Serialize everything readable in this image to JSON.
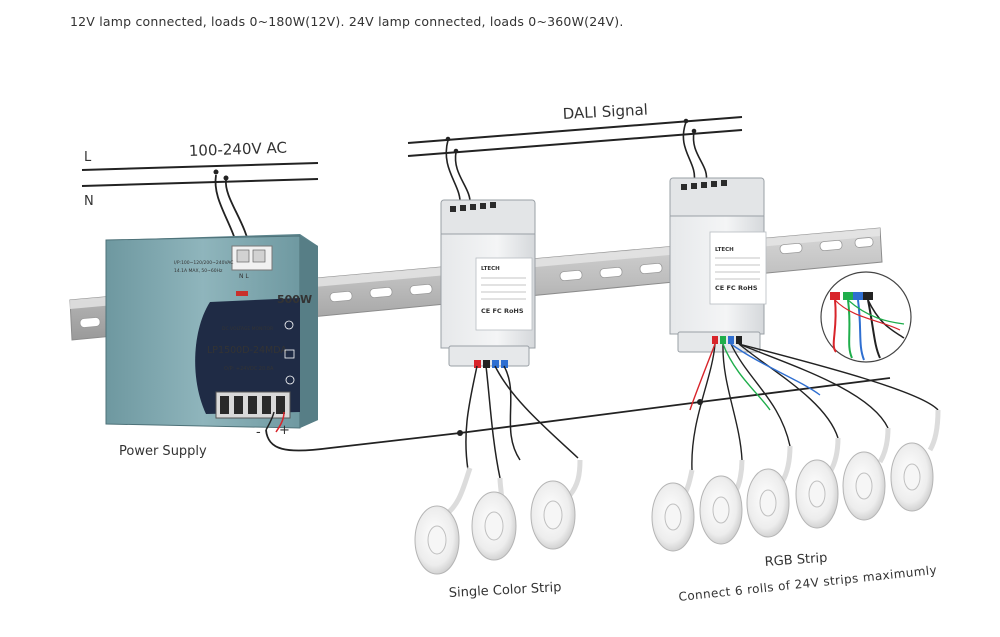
{
  "header_note": "12V lamp connected, loads 0~180W(12V). 24V lamp connected, loads 0~360W(24V).",
  "mains": {
    "voltage_label": "100-240V AC",
    "line_label": "L",
    "neutral_label": "N"
  },
  "dali": {
    "label": "DALI Signal"
  },
  "power_supply": {
    "caption": "Power Supply",
    "wattage": "500W",
    "model": "LP1500D-24MDA",
    "type_text": "DC VOLTAGE MONITOR",
    "input_text_1": "I/P:100~120/200~240VAC",
    "input_text_2": "14.1A MAX, 50~60Hz",
    "output_text": "O/P: +24VDC 20.8A",
    "terminal_in": "N L",
    "minus": "-",
    "plus": "+"
  },
  "controller": {
    "brand": "LTECH",
    "marks": "CE FC RoHS"
  },
  "single_color": {
    "caption": "Single Color Strip"
  },
  "rgb": {
    "caption": "RGB Strip",
    "note": "Connect 6 rolls of 24V strips maximumly"
  },
  "colors": {
    "rail": "#b9b9b9",
    "psu": "#7fa6ad",
    "wire": "#222222",
    "red": "#d8242a",
    "green": "#1fae4b",
    "blue": "#2f6fd1"
  }
}
